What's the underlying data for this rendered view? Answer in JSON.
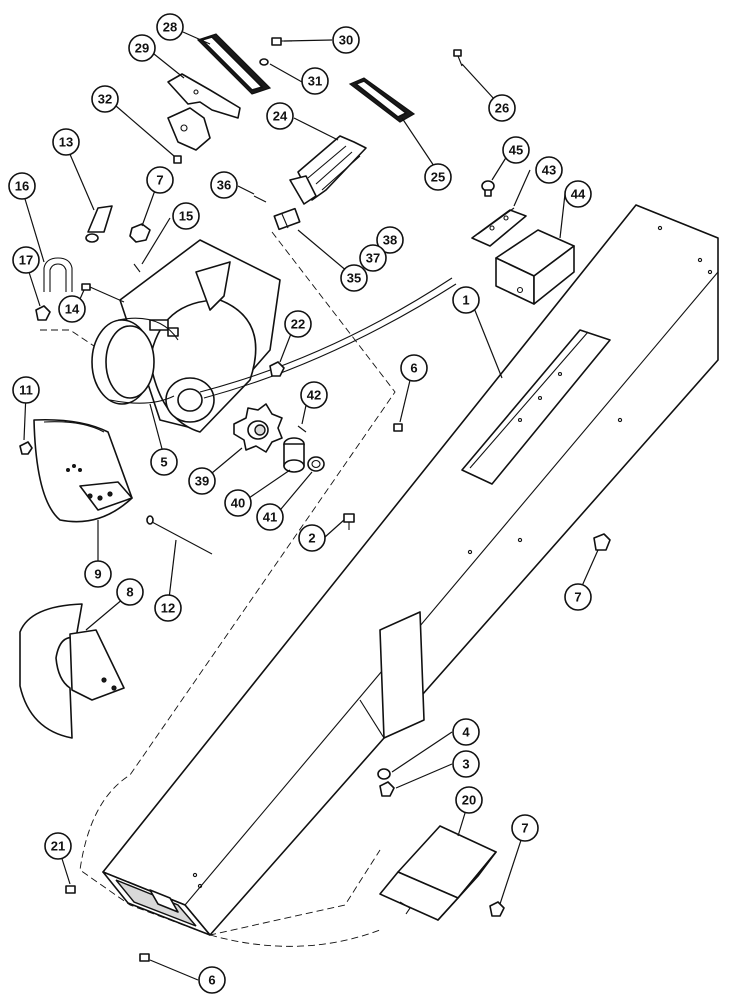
{
  "figure": "exploded parts diagram",
  "callouts": [
    {
      "label": "28"
    },
    {
      "label": "30"
    },
    {
      "label": "29"
    },
    {
      "label": "31"
    },
    {
      "label": "32"
    },
    {
      "label": "24"
    },
    {
      "label": "26"
    },
    {
      "label": "13"
    },
    {
      "label": "7"
    },
    {
      "label": "36"
    },
    {
      "label": "45"
    },
    {
      "label": "43"
    },
    {
      "label": "16"
    },
    {
      "label": "15"
    },
    {
      "label": "38"
    },
    {
      "label": "37"
    },
    {
      "label": "35"
    },
    {
      "label": "25"
    },
    {
      "label": "44"
    },
    {
      "label": "17"
    },
    {
      "label": "14"
    },
    {
      "label": "22"
    },
    {
      "label": "1"
    },
    {
      "label": "6"
    },
    {
      "label": "11"
    },
    {
      "label": "42"
    },
    {
      "label": "5"
    },
    {
      "label": "39"
    },
    {
      "label": "40"
    },
    {
      "label": "41"
    },
    {
      "label": "9"
    },
    {
      "label": "12"
    },
    {
      "label": "2"
    },
    {
      "label": "7"
    },
    {
      "label": "8"
    },
    {
      "label": "4"
    },
    {
      "label": "3"
    },
    {
      "label": "20"
    },
    {
      "label": "21"
    },
    {
      "label": "7"
    },
    {
      "label": "6"
    }
  ]
}
